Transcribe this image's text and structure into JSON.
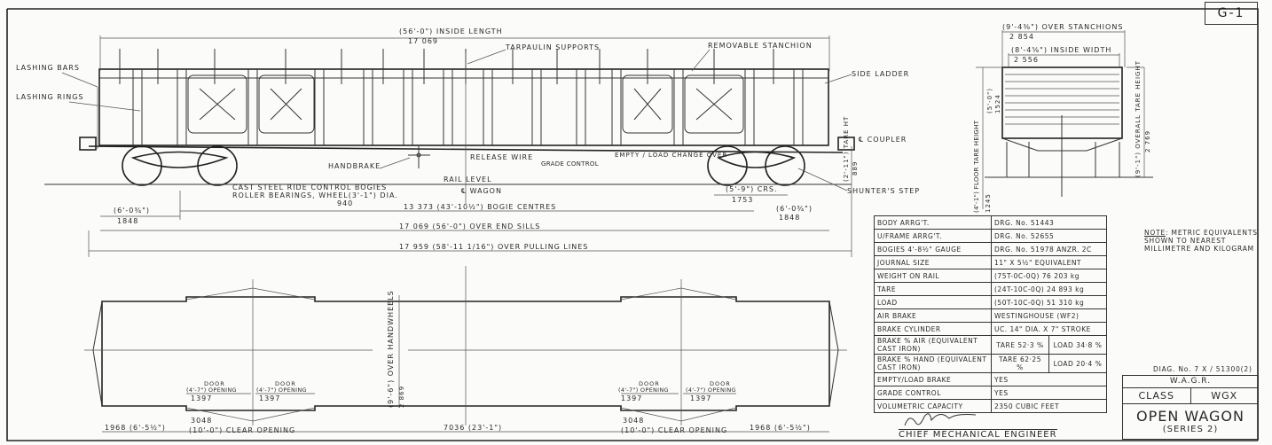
{
  "sheet": {
    "number": "G-1",
    "diagram_no": "DIAG. No. 7 X / 51300(2)"
  },
  "side_view": {
    "inside_length_imperial": "(56'-0\") INSIDE LENGTH",
    "inside_length_metric": "17 069",
    "labels": {
      "lashing_bars": "LASHING BARS",
      "lashing_rings": "LASHING RINGS",
      "tarpaulin_supports": "TARPAULIN SUPPORTS",
      "removable_stanchion": "REMOVABLE STANCHION",
      "side_ladder": "SIDE LADDER",
      "coupler": "℄ COUPLER",
      "handbrake": "HANDBRAKE",
      "release_wire": "RELEASE WIRE",
      "grade_control": "GRADE CONTROL",
      "empty_load": "EMPTY / LOAD CHANGE OVER",
      "rail_level": "RAIL LEVEL",
      "wagon_cl": "℄ WAGON",
      "shunters_step": "SHUNTER'S STEP",
      "bogies_1": "CAST STEEL RIDE CONTROL BOGIES",
      "bogies_2": "ROLLER BEARINGS, WHEEL(3'-1\") DIA.",
      "wheel_metric": "940",
      "tare_ht": "(2'-11\") TARE HT",
      "tare_ht_metric": "889"
    },
    "dims": {
      "overhang_left": "(6'-0¾\")",
      "overhang_left_metric": "1848",
      "overhang_right": "(6'-0¾\")",
      "overhang_right_metric": "1848",
      "wheelbase": "(5'-9\") CRS.",
      "wheelbase_metric": "1753",
      "bogie_centres": "13 373 (43'-10½\") BOGIE CENTRES",
      "end_sills": "17 069 (56'-0\") OVER END SILLS",
      "pulling_lines": "17 959 (58'-11 1/16\") OVER PULLING LINES"
    }
  },
  "end_view": {
    "over_stanchions": "(9'-4⅜\") OVER STANCHIONS",
    "over_stanchions_metric": "2 854",
    "inside_width": "(8'-4⅝\") INSIDE WIDTH",
    "inside_width_metric": "2 556",
    "side_height": "(5'-0\")",
    "side_height_metric": "1524",
    "floor_height": "(4'-1\") FLOOR TARE HEIGHT",
    "floor_height_metric": "1245",
    "overall_height": "(9'-1\") OVERALL TARE HEIGHT",
    "overall_height_metric": "2 769"
  },
  "plan_view": {
    "handwheels": "(9'-6\") OVER HANDWHEELS",
    "handwheels_metric": "2 869",
    "door_label": "DOOR",
    "door_opening": "(4'-7\") OPENING",
    "door_metric": "1397",
    "end_dim": "1968 (6'-5½\")",
    "clear_opening": "(10'-0\") CLEAR OPENING",
    "clear_opening_metric": "3048",
    "centre_dim": "7036 (23'-1\")"
  },
  "spec_table": [
    {
      "label": "BODY ARRG'T.",
      "value": "DRG. No. 51443"
    },
    {
      "label": "U/FRAME ARRG'T.",
      "value": "DRG. No. 52655"
    },
    {
      "label": "BOGIES 4'-8½\" GAUGE",
      "value": "DRG. No. 51978 ANZR. 2C"
    },
    {
      "label": "JOURNAL SIZE",
      "value": "11\" X 5½\" EQUIVALENT"
    },
    {
      "label": "WEIGHT ON RAIL",
      "value": "(75T-0C-0Q) 76 203 kg"
    },
    {
      "label": "TARE",
      "value": "(24T-10C-0Q) 24 893 kg"
    },
    {
      "label": "LOAD",
      "value": "(50T-10C-0Q) 51 310 kg"
    },
    {
      "label": "AIR BRAKE",
      "value": "WESTINGHOUSE (WF2)"
    },
    {
      "label": "BRAKE CYLINDER",
      "value": "UC. 14\" DIA. X 7\" STROKE"
    },
    {
      "label": "BRAKE % AIR (EQUIVALENT CAST IRON)",
      "tare": "TARE 52·3 %",
      "load": "LOAD 34·8 %"
    },
    {
      "label": "BRAKE % HAND (EQUIVALENT CAST IRON)",
      "tare": "TARE 62·25 %",
      "load": "LOAD 20·4 %"
    },
    {
      "label": "EMPTY/LOAD BRAKE",
      "value": "YES"
    },
    {
      "label": "GRADE CONTROL",
      "value": "YES"
    },
    {
      "label": "VOLUMETRIC CAPACITY",
      "value": "2350 CUBIC FEET"
    }
  ],
  "note": {
    "heading": "NOTE",
    "text": ": METRIC EQUIVALENTS SHOWN TO NEAREST MILLIMETRE AND KILOGRAM"
  },
  "title_block": {
    "org": "W.A.G.R.",
    "class_label": "CLASS",
    "class_value": "WGX",
    "name": "OPEN WAGON",
    "series": "(SERIES 2)"
  },
  "signature": {
    "title": "CHIEF MECHANICAL ENGINEER"
  }
}
